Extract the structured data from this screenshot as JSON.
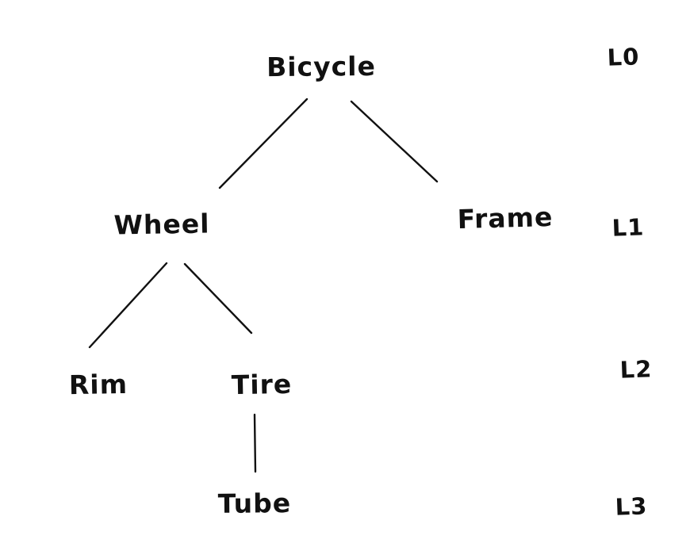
{
  "diagram": {
    "type": "tree",
    "ink_color": "#111111",
    "background_color": "#ffffff",
    "nodes": {
      "bicycle": {
        "label": "Bicycle",
        "level": "L0"
      },
      "wheel": {
        "label": "Wheel",
        "level": "L1"
      },
      "frame": {
        "label": "Frame",
        "level": "L1"
      },
      "rim": {
        "label": "Rim",
        "level": "L2"
      },
      "tire": {
        "label": "Tire",
        "level": "L2"
      },
      "tube": {
        "label": "Tube",
        "level": "L3"
      }
    },
    "edges": [
      {
        "from": "Bicycle",
        "to": "Wheel"
      },
      {
        "from": "Bicycle",
        "to": "Frame"
      },
      {
        "from": "Wheel",
        "to": "Rim"
      },
      {
        "from": "Wheel",
        "to": "Tire"
      },
      {
        "from": "Tire",
        "to": "Tube"
      }
    ],
    "level_labels": {
      "l0": "L0",
      "l1": "L1",
      "l2": "L2",
      "l3": "L3"
    }
  }
}
